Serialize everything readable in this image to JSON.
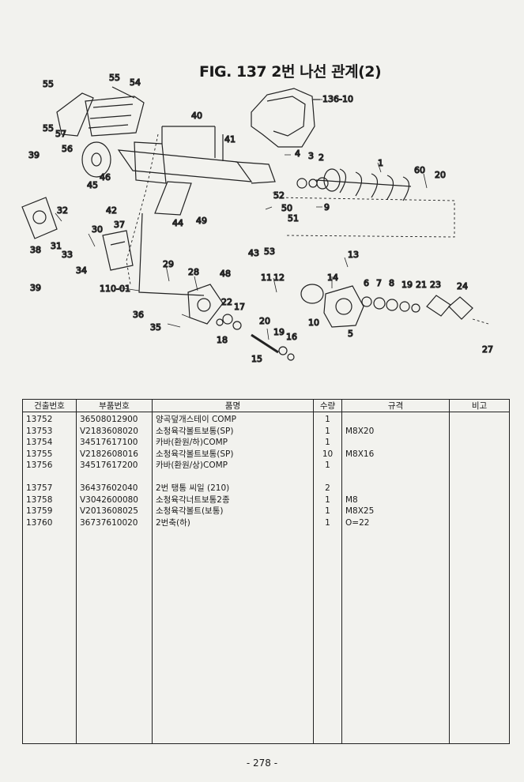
{
  "figure": {
    "title": "FIG. 137 2번 나선 관계(2)"
  },
  "diagram": {
    "callouts": [
      "136-10",
      "55",
      "55",
      "54",
      "40",
      "41",
      "55",
      "57",
      "56",
      "39",
      "46",
      "45",
      "42",
      "44",
      "49",
      "4",
      "3",
      "2",
      "1",
      "60",
      "20",
      "52",
      "50",
      "51",
      "9",
      "32",
      "30",
      "37",
      "38",
      "31",
      "33",
      "34",
      "39",
      "43",
      "53",
      "48",
      "13",
      "29",
      "28",
      "110-01",
      "11",
      "12",
      "14",
      "6",
      "7",
      "8",
      "19",
      "21",
      "23",
      "24",
      "36",
      "35",
      "22",
      "17",
      "10",
      "5",
      "20",
      "19",
      "16",
      "18",
      "15",
      "27"
    ]
  },
  "table": {
    "headers": [
      "건출번호",
      "부품번호",
      "품명",
      "수량",
      "규격",
      "비고"
    ],
    "rows": [
      {
        "no": "13752",
        "part": "36508012900",
        "name": "양곡덮개스테이 COMP",
        "qty": "1",
        "spec": ""
      },
      {
        "no": "13753",
        "part": "V2183608020",
        "name": "소청육각볼트보통(SP)",
        "qty": "1",
        "spec": "M8X20"
      },
      {
        "no": "13754",
        "part": "34517617100",
        "name": "카바(환원/하)COMP",
        "qty": "1",
        "spec": ""
      },
      {
        "no": "13755",
        "part": "V2182608016",
        "name": "소청육각볼트보통(SP)",
        "qty": "10",
        "spec": "M8X16"
      },
      {
        "no": "13756",
        "part": "34517617200",
        "name": "카바(환원/상)COMP",
        "qty": "1",
        "spec": ""
      },
      {
        "no": "",
        "part": "",
        "name": "",
        "qty": "",
        "spec": ""
      },
      {
        "no": "13757",
        "part": "36437602040",
        "name": "2번 탱통 씨일 (210)",
        "qty": "2",
        "spec": ""
      },
      {
        "no": "13758",
        "part": "V3042600080",
        "name": "소청육각너트보통2종",
        "qty": "1",
        "spec": "M8"
      },
      {
        "no": "13759",
        "part": "V2013608025",
        "name": "소청육각볼트(보통)",
        "qty": "1",
        "spec": "M8X25"
      },
      {
        "no": "13760",
        "part": "36737610020",
        "name": "2번축(하)",
        "qty": "1",
        "spec": "O=22"
      }
    ]
  },
  "page": {
    "number": "- 278 -"
  }
}
